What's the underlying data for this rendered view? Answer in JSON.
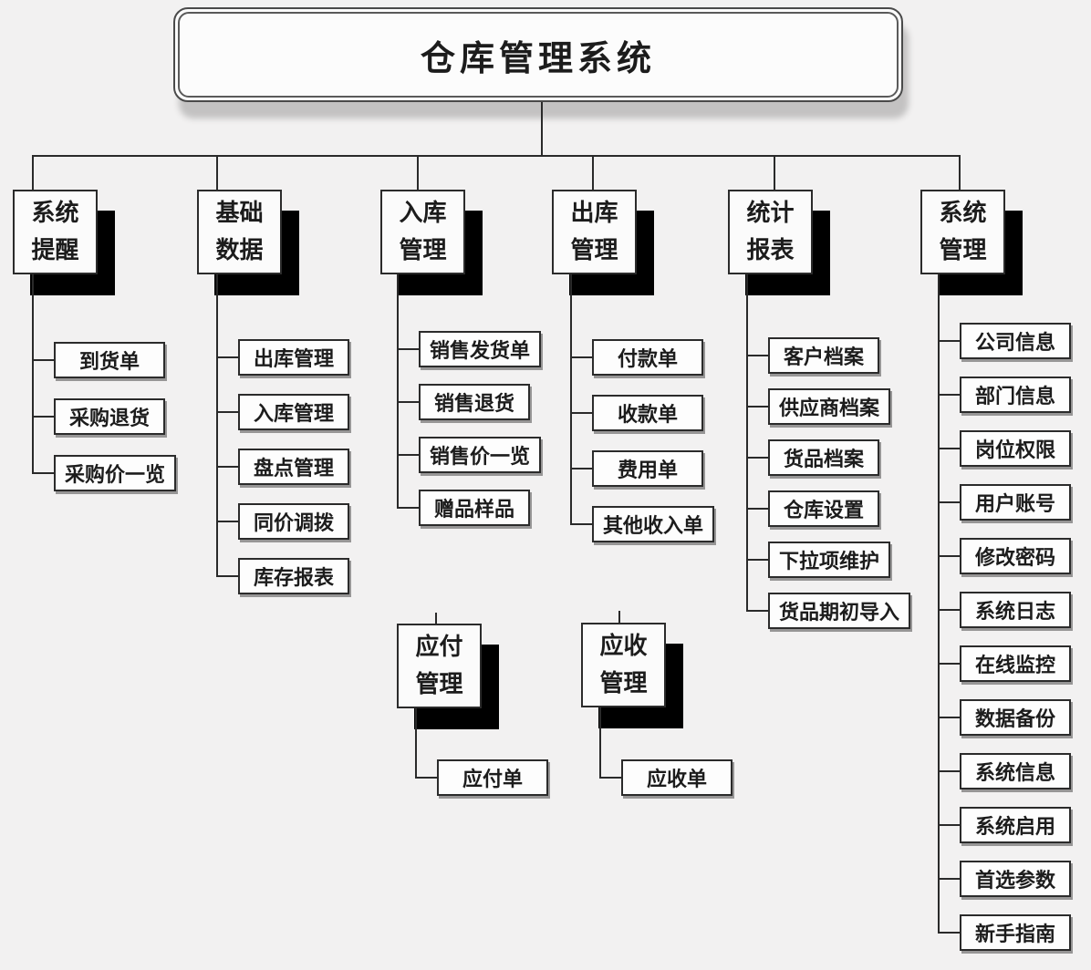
{
  "title": "仓库管理系统",
  "tree": {
    "columns": [
      {
        "label": "系统提醒",
        "children": [
          "到货单",
          "采购退货",
          "采购价一览"
        ]
      },
      {
        "label": "基础数据",
        "children": [
          "出库管理",
          "入库管理",
          "盘点管理",
          "同价调拨",
          "库存报表"
        ]
      },
      {
        "label": "入库管理",
        "children": [
          "销售发货单",
          "销售退货",
          "销售价一览",
          "赠品样品"
        ]
      },
      {
        "label": "出库管理",
        "children": [
          "付款单",
          "收款单",
          "费用单",
          "其他收入单"
        ]
      },
      {
        "label": "统计报表",
        "children": [
          "客户档案",
          "供应商档案",
          "货品档案",
          "仓库设置",
          "下拉项维护",
          "货品期初导入"
        ]
      },
      {
        "label": "系统管理",
        "children": [
          "公司信息",
          "部门信息",
          "岗位权限",
          "用户账号",
          "修改密码",
          "系统日志",
          "在线监控",
          "数据备份",
          "系统信息",
          "系统启用",
          "首选参数",
          "新手指南"
        ]
      }
    ],
    "floating": [
      {
        "label": "应付管理",
        "children": [
          "应付单"
        ]
      },
      {
        "label": "应收管理",
        "children": [
          "应收单"
        ]
      }
    ]
  },
  "colors": {
    "background": "#f2f1f1",
    "box_fill": "#fcfcfc",
    "box_border": "#2b2b2b",
    "branch_shadow": "#000000",
    "connector_line": "#2a2a2a",
    "title_shadow": "#c3c2c2",
    "text": "#1c1c1c"
  }
}
